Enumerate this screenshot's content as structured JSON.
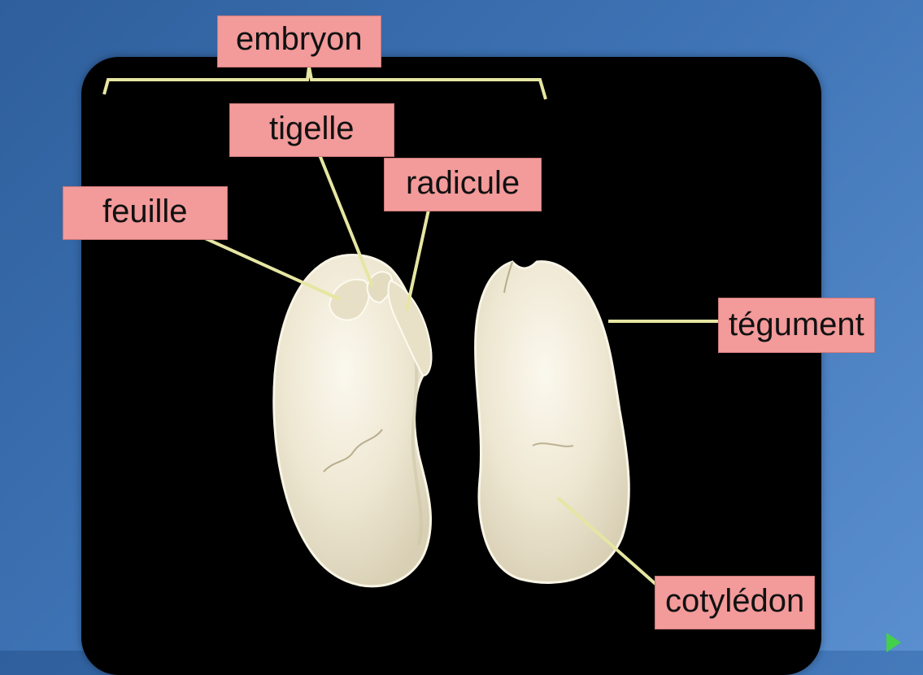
{
  "labels": {
    "embryon": "embryon",
    "tigelle": "tigelle",
    "radicule": "radicule",
    "feuille": "feuille",
    "tegument": "tégument",
    "cotyledon": "cotylédon"
  },
  "colors": {
    "background": "#3d72b4",
    "panel": "#000000",
    "label_fill": "#f39a9a",
    "leader_line": "#e6e6a3",
    "seed": "#efe9d5",
    "arrow": "#43d04b"
  },
  "icons": {
    "next_slide": "play-triangle-icon"
  }
}
